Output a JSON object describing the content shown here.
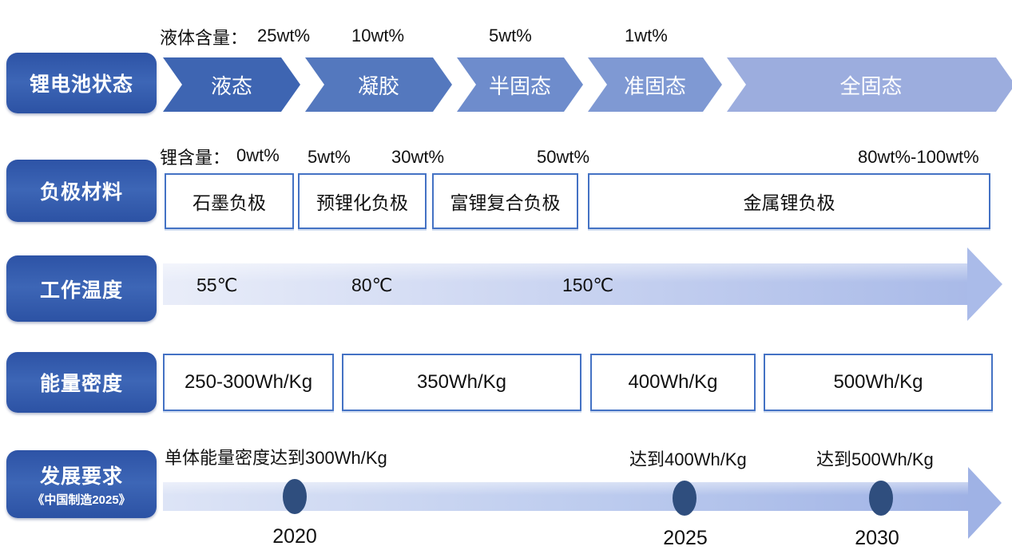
{
  "battery_state": {
    "label": "锂电池状态",
    "liquid_content_prefix": "液体含量：",
    "liquid_contents": [
      "25wt%",
      "10wt%",
      "5wt%",
      "1wt%"
    ],
    "stages": [
      "液态",
      "凝胶",
      "半固态",
      "准固态",
      "全固态"
    ]
  },
  "anode": {
    "label": "负极材料",
    "lithium_content_prefix": "锂含量：",
    "lithium_contents": [
      "0wt%",
      "5wt%",
      "30wt%",
      "50wt%",
      "80wt%-100wt%"
    ],
    "materials": [
      "石墨负极",
      "预锂化负极",
      "富锂复合负极",
      "金属锂负极"
    ]
  },
  "temperature": {
    "label": "工作温度",
    "values": [
      "55℃",
      "80℃",
      "150℃"
    ]
  },
  "energy_density": {
    "label": "能量密度",
    "values": [
      "250-300Wh/Kg",
      "350Wh/Kg",
      "400Wh/Kg",
      "500Wh/Kg"
    ]
  },
  "roadmap": {
    "label_line1": "发展要求",
    "label_line2": "《中国制造2025》",
    "milestones": [
      {
        "text": "单体能量密度达到300Wh/Kg",
        "year": "2020"
      },
      {
        "text": "达到400Wh/Kg",
        "year": "2025"
      },
      {
        "text": "达到500Wh/Kg",
        "year": "2030"
      }
    ]
  },
  "colors": {
    "label_box_blue": "#2d53a6",
    "box_border_blue": "#4472c4",
    "stage_colors": [
      "#3e65b2",
      "#5478be",
      "#6e8ccc",
      "#7f99d3",
      "#9cadde"
    ],
    "arrow_light": "#e9edf9",
    "arrow_dark": "#9fb2e5",
    "milestone_dot": "#2f4e7e"
  }
}
